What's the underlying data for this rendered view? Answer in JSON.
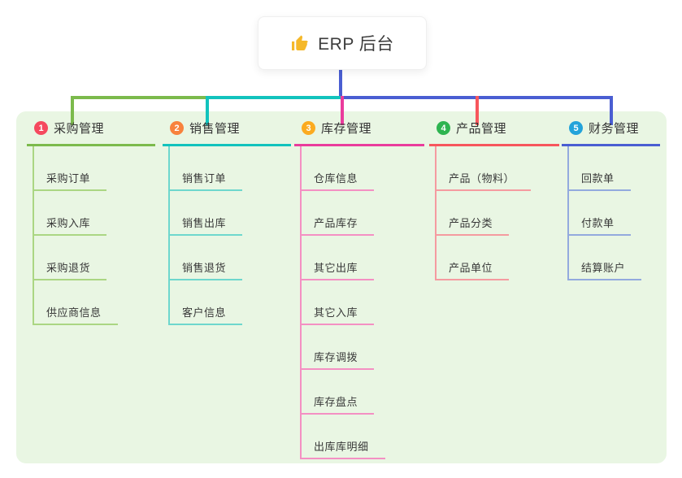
{
  "root": {
    "label": "ERP 后台",
    "icon": "thumbs-up"
  },
  "panel": {
    "background": "#e9f6e3"
  },
  "connector": {
    "root_line_color": "#4a5ed2"
  },
  "branches": [
    {
      "index": "1",
      "label": "采购管理",
      "badge_color": "#f5495e",
      "line_color": "#7cba4c",
      "child_line_color": "#abd683",
      "children": [
        "采购订单",
        "采购入库",
        "采购退货",
        "供应商信息"
      ]
    },
    {
      "index": "2",
      "label": "销售管理",
      "badge_color": "#f8823d",
      "line_color": "#12c3bd",
      "child_line_color": "#6ed7cd",
      "children": [
        "销售订单",
        "销售出库",
        "销售退货",
        "客户信息"
      ]
    },
    {
      "index": "3",
      "label": "库存管理",
      "badge_color": "#fbab20",
      "line_color": "#ea3c9c",
      "child_line_color": "#f490c3",
      "children": [
        "仓库信息",
        "产品库存",
        "其它出库",
        "其它入库",
        "库存调拨",
        "库存盘点",
        "出库库明细"
      ]
    },
    {
      "index": "4",
      "label": "产品管理",
      "badge_color": "#2eb450",
      "line_color": "#f7565c",
      "child_line_color": "#f59ba0",
      "children": [
        "产品（物料）",
        "产品分类",
        "产品单位"
      ]
    },
    {
      "index": "5",
      "label": "财务管理",
      "badge_color": "#23a3da",
      "line_color": "#4a5ed2",
      "child_line_color": "#93aade",
      "children": [
        "回款单",
        "付款单",
        "结算账户"
      ]
    }
  ]
}
